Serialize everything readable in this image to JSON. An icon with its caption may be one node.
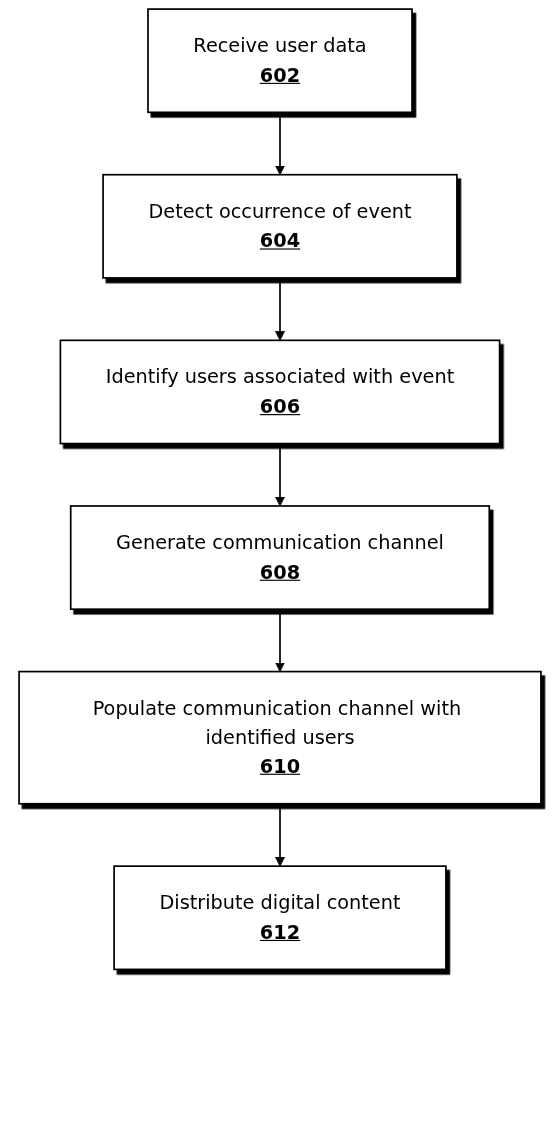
{
  "diagram": {
    "nodes": [
      {
        "text": [
          "Receive user data",
          "602"
        ]
      },
      {
        "text": [
          "Detect occurrence of event",
          "604"
        ]
      },
      {
        "text": [
          "Identify users associated with event",
          "606"
        ]
      },
      {
        "text": [
          "Generate communication channel",
          "608"
        ]
      },
      {
        "text": [
          "Populate communication channel with identified users",
          "610"
        ]
      },
      {
        "text": [
          "Distribute digital content",
          "612"
        ]
      }
    ],
    "edges": [
      {
        "from": 0,
        "to": 1,
        "arrow": "to"
      },
      {
        "from": 1,
        "to": 2,
        "arrow": "to"
      },
      {
        "from": 2,
        "to": 3,
        "arrow": "to"
      },
      {
        "from": 3,
        "to": 4,
        "arrow": "to"
      },
      {
        "from": 4,
        "to": 5,
        "arrow": "to"
      }
    ]
  }
}
